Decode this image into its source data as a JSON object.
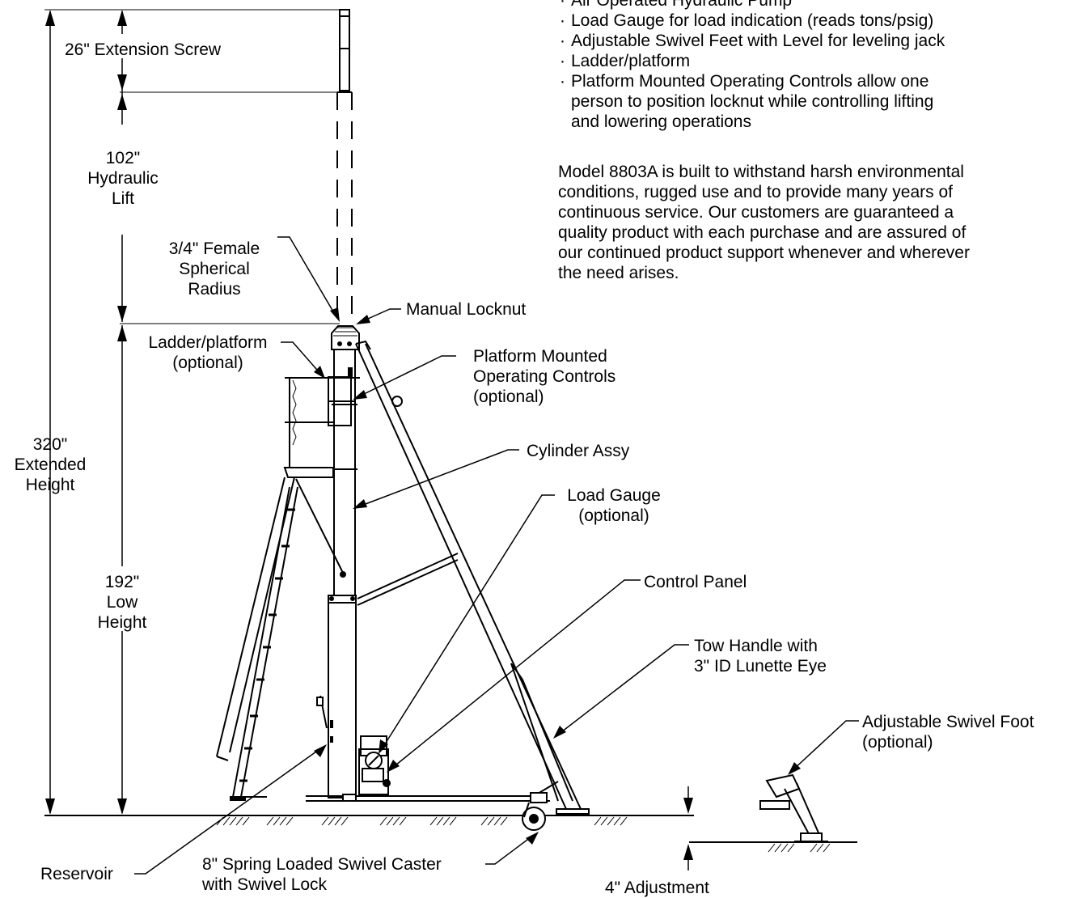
{
  "features": [
    "Air Operated Hydraulic Pump",
    "Load Gauge for load indication (reads tons/psig)",
    "Adjustable Swivel Feet with Level for leveling jack",
    "Ladder/platform",
    "Platform Mounted Operating Controls allow one\nperson to position locknut while controlling lifting\nand lowering operations"
  ],
  "description": "Model 8803A is built to withstand harsh environmental\nconditions, rugged use and to provide many years of\ncontinuous service. Our customers are guaranteed a\nquality product with each purchase and are assured of\nour continued product support whenever and wherever\nthe need arises.",
  "dimensions": {
    "extension_screw": "26\" Extension Screw",
    "hydraulic_lift": "102\"\nHydraulic\nLift",
    "extended_height": "320\"\nExtended\nHeight",
    "low_height": "192\"\nLow\nHeight",
    "adjustment": "4\" Adjustment"
  },
  "callouts": {
    "spherical_radius": "3/4\" Female\nSpherical\nRadius",
    "manual_locknut": "Manual Locknut",
    "ladder_platform": "Ladder/platform\n(optional)",
    "platform_controls": "Platform Mounted\nOperating Controls\n(optional)",
    "cylinder_assy": "Cylinder Assy",
    "load_gauge": "Load Gauge\n(optional)",
    "control_panel": "Control Panel",
    "tow_handle": "Tow Handle with\n3\" ID Lunette Eye",
    "swivel_foot": "Adjustable Swivel Foot\n(optional)",
    "reservoir": "Reservoir",
    "caster": "8\" Spring Loaded Swivel Caster\nwith Swivel Lock"
  }
}
